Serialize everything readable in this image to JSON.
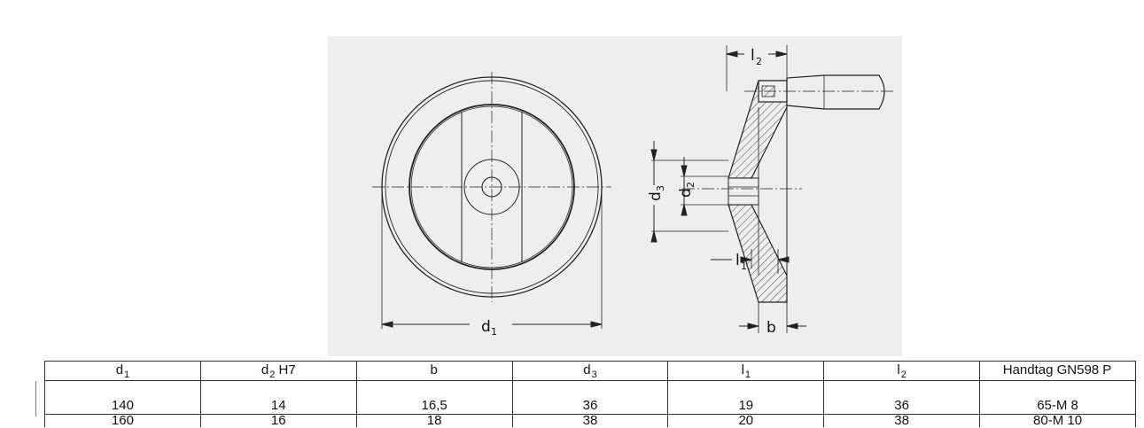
{
  "figure": {
    "label_d1": "d",
    "label_d1_sub": "1",
    "label_d2": "d",
    "label_d2_sub": "2",
    "label_d3": "d",
    "label_d3_sub": "3",
    "label_l1": "l",
    "label_l1_sub": "1",
    "label_l2": "l",
    "label_l2_sub": "2",
    "label_b": "b"
  },
  "table": {
    "headers": [
      {
        "main": "d",
        "sub": "1",
        "suffix": ""
      },
      {
        "main": "d",
        "sub": "2",
        "suffix": " H7"
      },
      {
        "main": "b",
        "sub": "",
        "suffix": ""
      },
      {
        "main": "d",
        "sub": "3",
        "suffix": ""
      },
      {
        "main": "l",
        "sub": "1",
        "suffix": ""
      },
      {
        "main": "l",
        "sub": "2",
        "suffix": ""
      },
      {
        "main": "Handtag GN598 P",
        "sub": "",
        "suffix": ""
      }
    ],
    "rows": [
      [
        "140",
        "14",
        "16,5",
        "36",
        "19",
        "36",
        "65-M 8"
      ],
      [
        "160",
        "16",
        "18",
        "38",
        "20",
        "38",
        "80-M 10"
      ]
    ]
  }
}
